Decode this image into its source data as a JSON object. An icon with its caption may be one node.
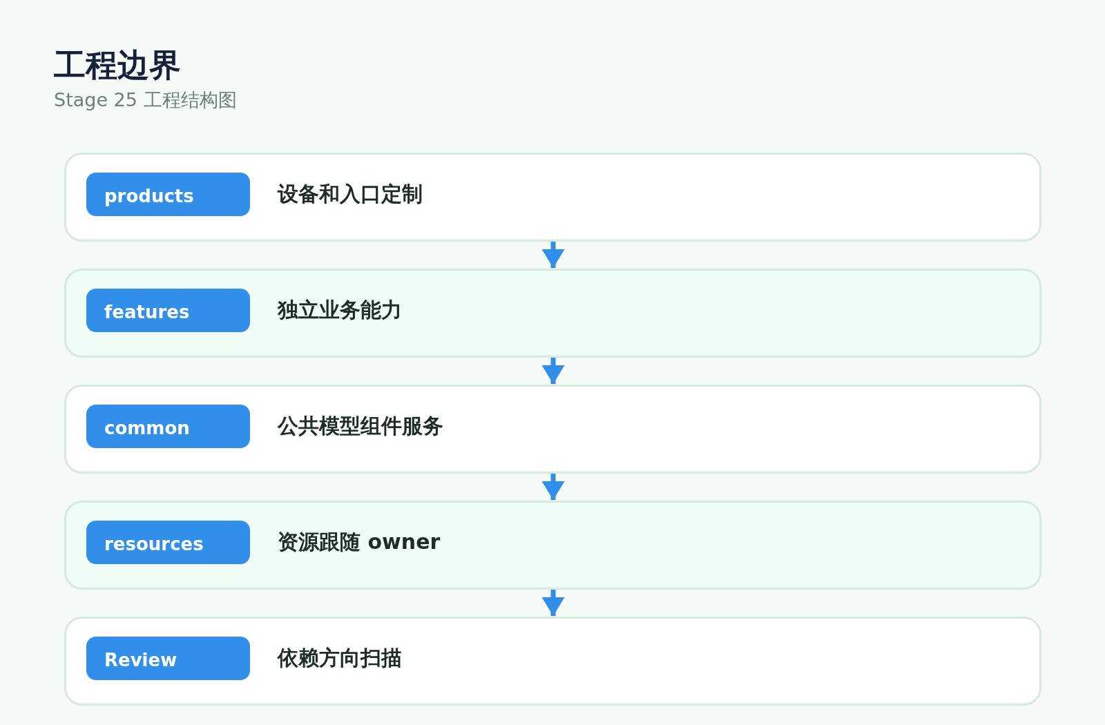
{
  "diagram": {
    "title": "工程边界",
    "nodes": [
      {
        "text": [
          "设备和入口定制"
        ]
      },
      {
        "text": [
          "products"
        ],
        "in": 0
      },
      {
        "text": [
          "独立业务能力"
        ]
      },
      {
        "text": [
          "features"
        ],
        "in": 2
      },
      {
        "text": [
          "公共模型组件服务"
        ]
      },
      {
        "text": [
          "common"
        ],
        "in": 4
      },
      {
        "text": [
          "资源跟随 owner"
        ]
      },
      {
        "text": [
          "resources"
        ],
        "in": 6
      },
      {
        "text": [
          "依赖方向扫描"
        ]
      },
      {
        "text": [
          "Review"
        ],
        "in": 8
      }
    ],
    "edges": [
      {
        "from": 0,
        "to": 2,
        "arrow": "to"
      },
      {
        "from": 2,
        "to": 4,
        "arrow": "to"
      },
      {
        "from": 4,
        "to": 6,
        "arrow": "to"
      },
      {
        "from": 6,
        "to": 8,
        "arrow": "to"
      }
    ],
    "labels": [
      "Stage 25 工程结构图"
    ]
  }
}
